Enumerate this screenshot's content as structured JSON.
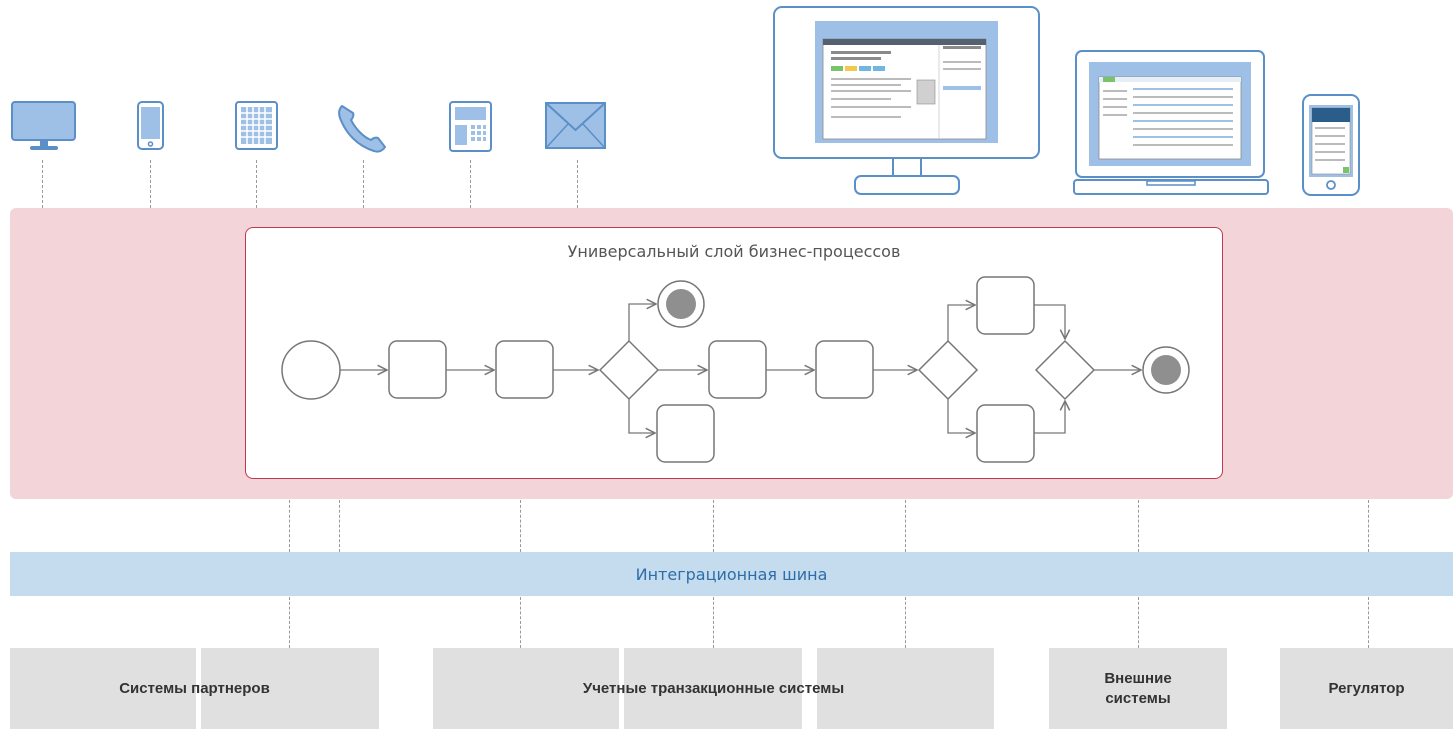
{
  "colors": {
    "process_band": "#f2d4d9",
    "process_border": "#c0394f",
    "bus": "#c5dbee",
    "bus_text": "#2e6ea8",
    "system_box": "#e0e0e0",
    "icon_blue": "#9fc0e6",
    "icon_stroke": "#5b8fc7"
  },
  "channels": [
    {
      "icon": "desktop-monitor-icon"
    },
    {
      "icon": "smartphone-icon"
    },
    {
      "icon": "terminal-keypad-icon"
    },
    {
      "icon": "phone-handset-icon"
    },
    {
      "icon": "pos-terminal-icon"
    },
    {
      "icon": "envelope-icon"
    }
  ],
  "devices": [
    {
      "icon": "large-monitor-app-icon"
    },
    {
      "icon": "laptop-app-icon"
    },
    {
      "icon": "mobile-app-icon"
    }
  ],
  "process_layer": {
    "title": "Универсальный слой бизнес-процессов"
  },
  "integration_bus": {
    "label": "Интеграционная шина"
  },
  "systems": {
    "partners": "Системы партнеров",
    "transactional": "Учетные транзакционные системы",
    "external_line1": "Внешние",
    "external_line2": "системы",
    "regulator": "Регулятор"
  }
}
